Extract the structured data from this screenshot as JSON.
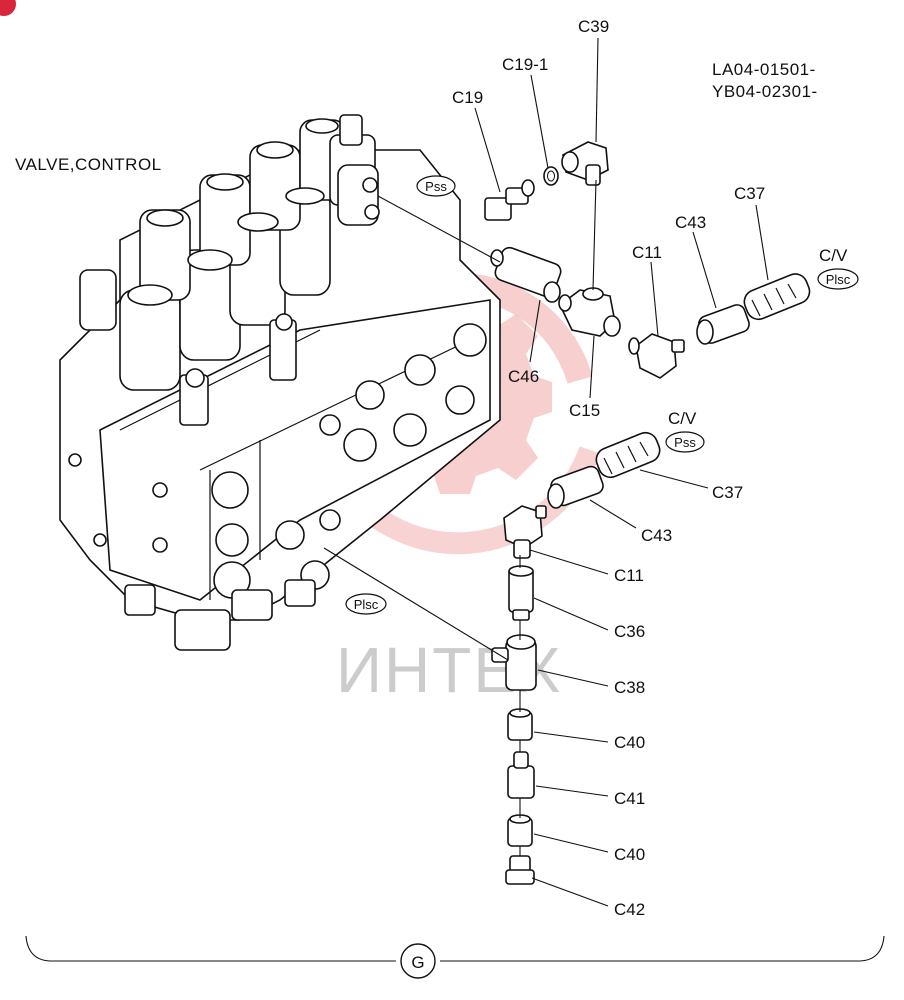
{
  "header": {
    "title": "VALVE,CONTROL",
    "serial_line_1": "LA04-01501-",
    "serial_line_2": "YB04-02301-"
  },
  "watermark": {
    "text": "ИНТЕХ",
    "color": "#f2a7a7"
  },
  "ports": {
    "pss_top": "Pss",
    "plsc_top": "Plsc",
    "pss_mid": "Pss",
    "plsc_left": "Plsc",
    "cv_top": "C/V",
    "cv_mid": "C/V"
  },
  "parts": {
    "c39": "C39",
    "c19_1": "C19-1",
    "c19": "C19",
    "c37_top": "C37",
    "c43_top": "C43",
    "c11_top": "C11",
    "c46": "C46",
    "c15": "C15",
    "c37_mid": "C37",
    "c43_mid": "C43",
    "c11_mid": "C11",
    "c36": "C36",
    "c38": "C38",
    "c40_a": "C40",
    "c41": "C41",
    "c40_b": "C40",
    "c42": "C42"
  },
  "footer": {
    "group_letter": "G"
  },
  "colors": {
    "accent": "#d8263a",
    "line": "#111111"
  }
}
